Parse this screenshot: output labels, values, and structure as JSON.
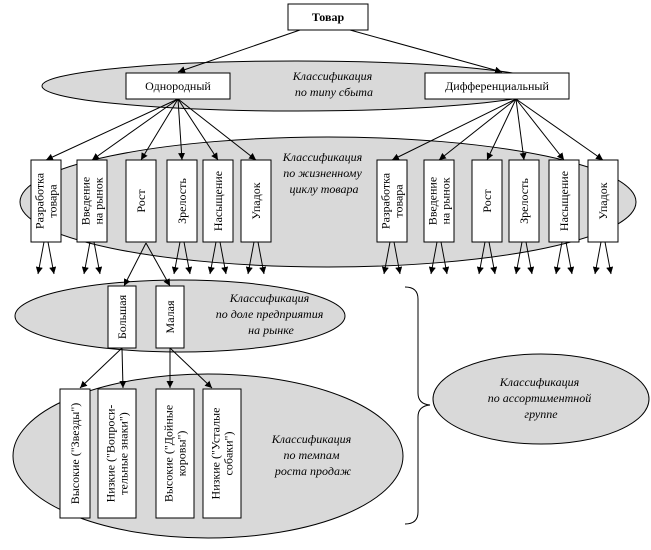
{
  "root": {
    "label": "Товар"
  },
  "classifications": {
    "sales_type": {
      "lines": [
        "Классификация",
        "по типу сбыта"
      ]
    },
    "life_cycle": {
      "lines": [
        "Классификация",
        "по жизненному",
        "циклу товара"
      ]
    },
    "market_share": {
      "lines": [
        "Классификация",
        "по доле предприятия",
        "на рынке"
      ]
    },
    "sales_growth": {
      "lines": [
        "Классификация",
        "по темпам",
        "роста продаж"
      ]
    },
    "assortment": {
      "lines": [
        "Классификация",
        "по ассортиментной",
        "группе"
      ]
    }
  },
  "sales_types": [
    {
      "label": "Однородный"
    },
    {
      "label": "Дифференциальный"
    }
  ],
  "stages_left": [
    {
      "lines": [
        "Разработка",
        "товара"
      ]
    },
    {
      "lines": [
        "Введение",
        "на рынок"
      ]
    },
    {
      "lines": [
        "Рост"
      ]
    },
    {
      "lines": [
        "Зрелость"
      ]
    },
    {
      "lines": [
        "Насыщение"
      ]
    },
    {
      "lines": [
        "Упадок"
      ]
    }
  ],
  "stages_right": [
    {
      "lines": [
        "Разработка",
        "товара"
      ]
    },
    {
      "lines": [
        "Введение",
        "на рынок"
      ]
    },
    {
      "lines": [
        "Рост"
      ]
    },
    {
      "lines": [
        "Зрелость"
      ]
    },
    {
      "lines": [
        "Насыщение"
      ]
    },
    {
      "lines": [
        "Упадок"
      ]
    }
  ],
  "shares": [
    {
      "label": "Большая"
    },
    {
      "label": "Малая"
    }
  ],
  "growth": [
    {
      "lines": [
        "Высокие (\"Звезды\")"
      ]
    },
    {
      "lines": [
        "Низкие (\"Вопроси-",
        "тельные знаки\")"
      ]
    },
    {
      "lines": [
        "Высокие (\"Дойные",
        "коровы\")"
      ]
    },
    {
      "lines": [
        "Низкие (\"Усталые",
        "собаки\")"
      ]
    }
  ]
}
